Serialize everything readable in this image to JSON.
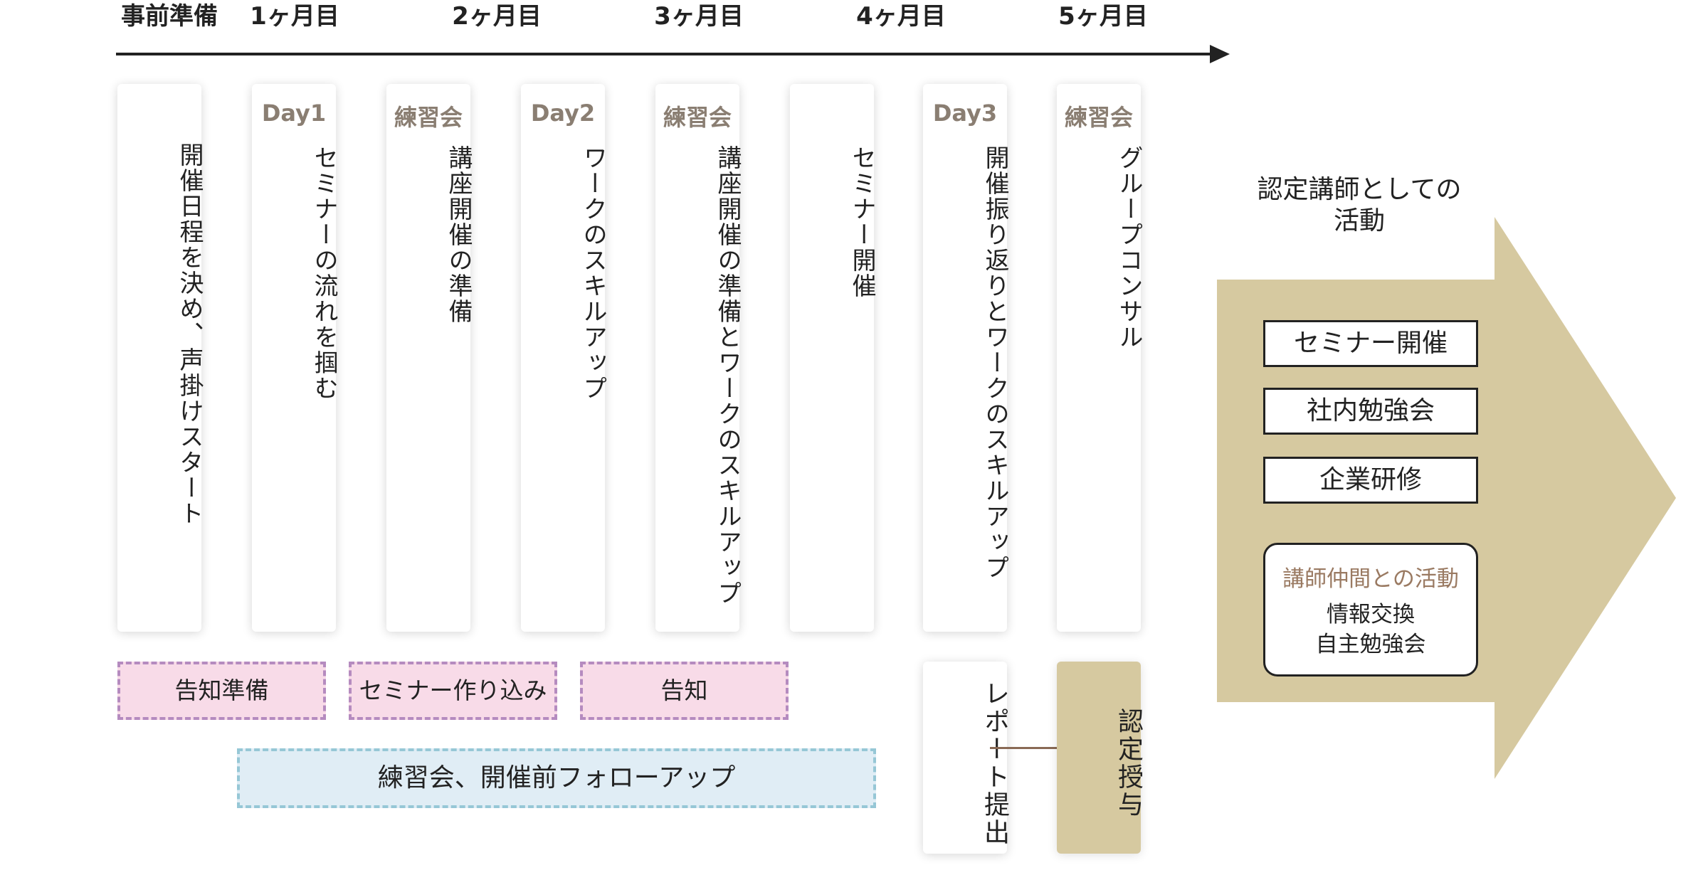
{
  "timeline": {
    "months": [
      "事前準備",
      "1ヶ月目",
      "2ヶ月目",
      "3ヶ月目",
      "4ヶ月目",
      "5ヶ月目"
    ]
  },
  "columns": [
    {
      "tag": "",
      "text": "開催日程を決め、声掛けスタート"
    },
    {
      "tag": "Day1",
      "text": "セミナーの流れを掴む"
    },
    {
      "tag": "練習会",
      "text": "講座開催の準備"
    },
    {
      "tag": "Day2",
      "text": "ワークのスキルアップ"
    },
    {
      "tag": "練習会",
      "text": "講座開催の準備とワークのスキルアップ"
    },
    {
      "tag": "",
      "text": "セミナー開催"
    },
    {
      "tag": "Day3",
      "text": "開催振り返りとワークのスキルアップ"
    },
    {
      "tag": "練習会",
      "text": "グループコンサル"
    }
  ],
  "prep": {
    "notice_prep": "告知準備",
    "seminar_build": "セミナー作り込み",
    "notice": "告知",
    "followup": "練習会、開催前フォローアップ"
  },
  "report": {
    "label": "レポート提出"
  },
  "certification": {
    "label": "認定授与"
  },
  "goal": {
    "title_line1": "認定講師としての",
    "title_line2": "活動",
    "activities": [
      "セミナー開催",
      "社内勉強会",
      "企業研修"
    ],
    "peer": {
      "title": "講師仲間との活動",
      "items": [
        "情報交換",
        "自主勉強会"
      ]
    }
  },
  "colors": {
    "arrow": "#d6c9a0",
    "pink_fill": "#f8dbe8",
    "pink_border": "#b58bbf",
    "blue_fill": "#e0edf5",
    "blue_border": "#96c7d6",
    "tag_text": "#8a7e72",
    "peer_title": "#9a7a62"
  }
}
